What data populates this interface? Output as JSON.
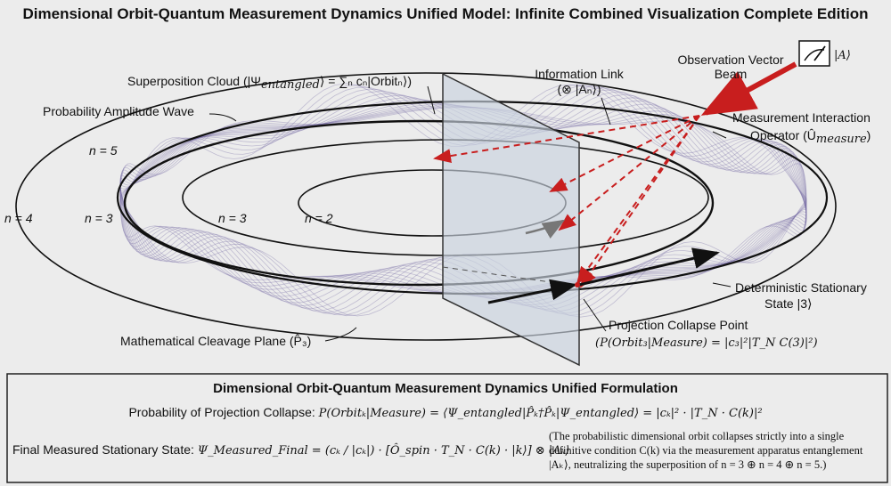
{
  "title": "Dimensional Orbit-Quantum Measurement Dynamics Unified Model: Infinite Combined Visualization Complete Edition",
  "labels": {
    "superposition": "Superposition Cloud (|Ψ",
    "superposition_sub": "entangled",
    "superposition_tail": "⟩ = ∑ₙ cₙ|Orbitₙ⟩)",
    "probability_wave": "Probability Amplitude Wave",
    "info_link_1": "Information Link",
    "info_link_2": "(⊗ |Aₙ⟩)",
    "obs_beam_1": "Observation Vector",
    "obs_beam_2": "Beam",
    "meter_ket": "|A⟩",
    "interaction_1": "Measurement Interaction",
    "interaction_2": "Operator (Û",
    "interaction_sub": "measure",
    "interaction_tail": ")",
    "n5": "n = 5",
    "n4": "n = 4",
    "n3_outer": "n = 3",
    "n3_inner": "n = 3",
    "n2": "n = 2",
    "deterministic_1": "Deterministic Stationary",
    "deterministic_2": "State |3⟩",
    "collapse_1": "Projection Collapse Point",
    "collapse_2": "(P(Orbit₃|Measure) = |c₃|²|T_N C(3)|²)",
    "cleavage": "Mathematical Cleavage Plane (P̂₃)"
  },
  "formulation": {
    "heading": "Dimensional Orbit-Quantum Measurement Dynamics Unified Formulation",
    "line1_label": "Probability of Projection Collapse: ",
    "line1_math": "P(Orbitₖ|Measure) = ⟨Ψ_entangled|P̂ₖ†P̂ₖ|Ψ_entangled⟩ = |cₖ|² · |T_N · C(k)|²",
    "line2_label": "Final Measured Stationary State: ",
    "line2_math": "Ψ_Measured_Final = (cₖ / |cₖ|) · [Ô_spin · T_N · C(k) · |k⟩] ⊗ |Aₖ⟩",
    "note_1": "(The probabilistic dimensional orbit collapses strictly into a single",
    "note_2": "definitive condition C(k) via the measurement apparatus entanglement",
    "note_3": "|Aₖ⟩, neutralizing the superposition of n = 3 ⊕ n = 4 ⊕ n = 5.)"
  },
  "colors": {
    "wave": "#6f63a0",
    "beam": "#c81e1e",
    "plane": "#c9d3de"
  }
}
